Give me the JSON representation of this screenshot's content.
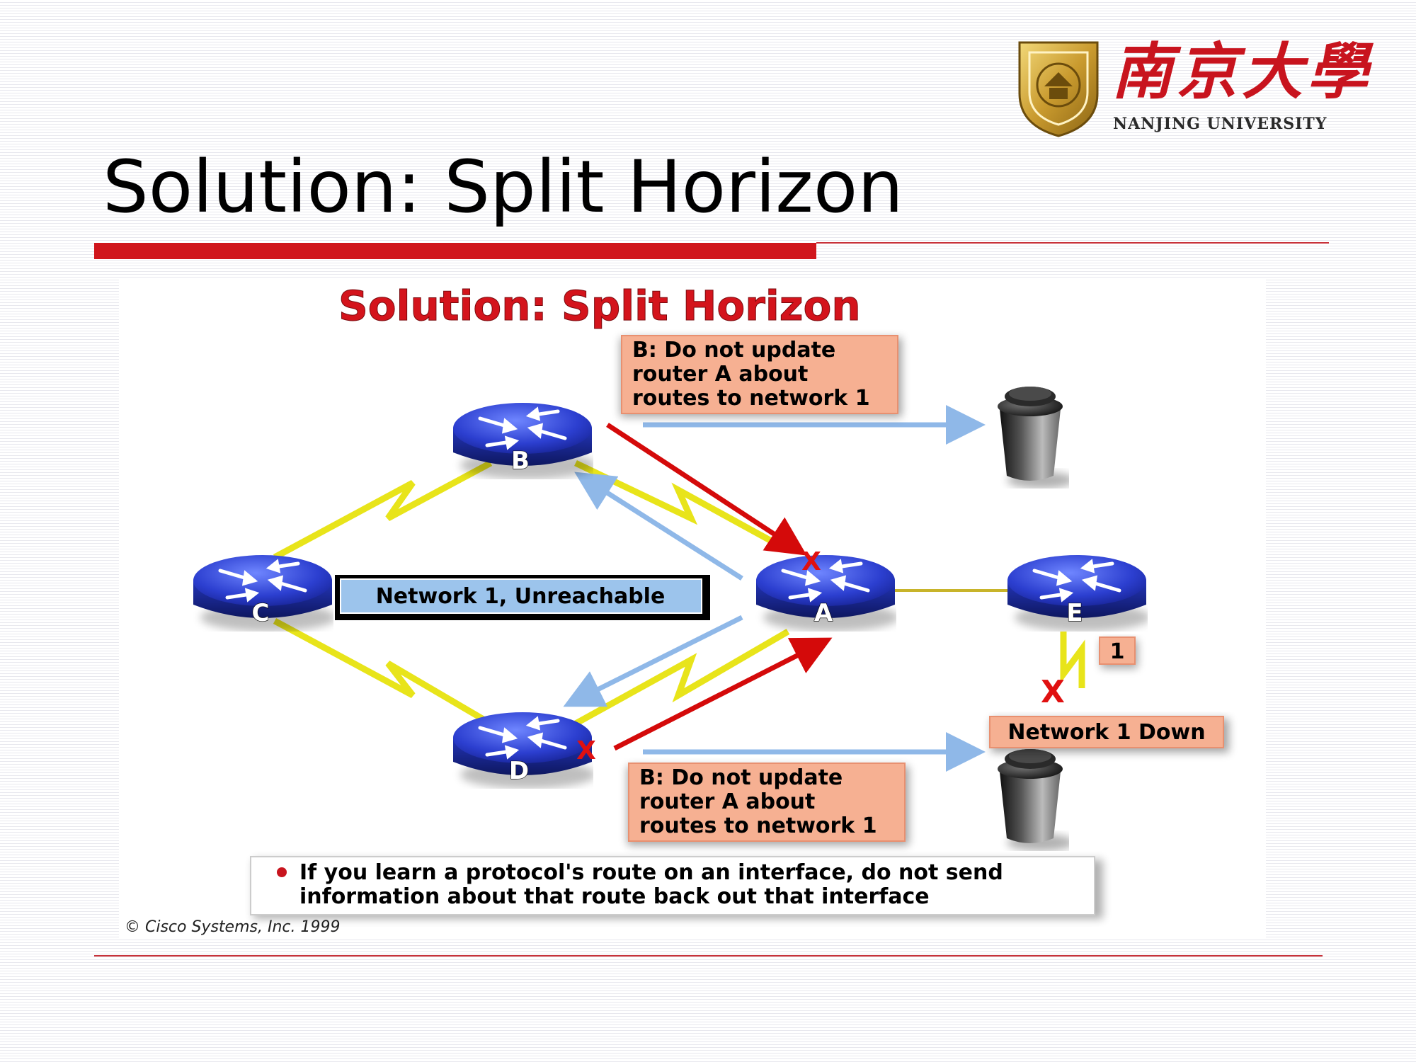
{
  "header": {
    "logo_cn": "南京大學",
    "logo_en": "NANJING UNIVERSITY",
    "title": "Solution: Split Horizon"
  },
  "figure": {
    "title": "Solution:  Split Horizon",
    "routers": [
      "B",
      "C",
      "A",
      "E",
      "D"
    ],
    "callout_top": [
      "B: Do not update",
      "router A about",
      "routes to network 1"
    ],
    "callout_bottom": [
      "B: Do not update",
      "router A about",
      "routes to network 1"
    ],
    "unreachable_label": "Network 1, Unreachable",
    "network_down_label": "Network 1 Down",
    "network_number": "1",
    "fail_mark": "X",
    "rule": [
      "If you learn a protocol's route on an interface, do not send",
      "information about that route back out that interface"
    ],
    "copyright": "© Cisco Systems, Inc. 1999"
  },
  "colors": {
    "accent_red": "#d0161c",
    "router_blue": "#2c3fd0",
    "serial_yellow": "#e8e41a",
    "callout_salmon": "#f6b092",
    "label_blue": "#9cc4ec"
  }
}
